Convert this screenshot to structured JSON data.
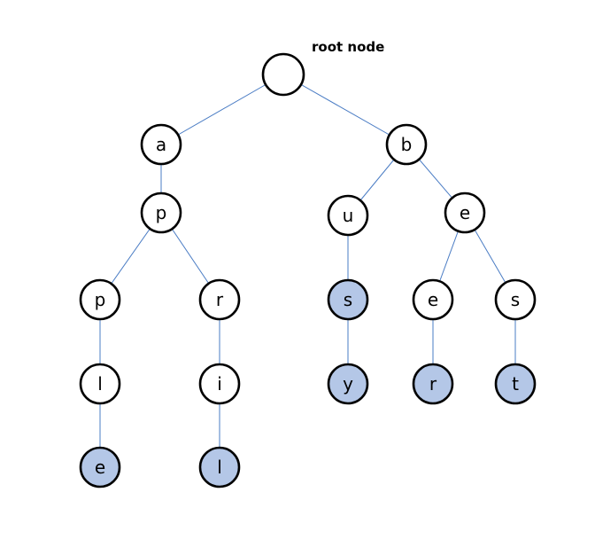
{
  "caption": "root node",
  "colors": {
    "edge": "#4a7cc4",
    "terminal_fill": "#b4c7e7",
    "node_fill": "#ffffff",
    "node_stroke": "#000000"
  },
  "nodes": [
    {
      "id": "root",
      "label": "",
      "terminal": false
    },
    {
      "id": "a",
      "label": "a",
      "terminal": false
    },
    {
      "id": "b",
      "label": "b",
      "terminal": false
    },
    {
      "id": "ap",
      "label": "p",
      "terminal": false
    },
    {
      "id": "bu",
      "label": "u",
      "terminal": false
    },
    {
      "id": "be",
      "label": "e",
      "terminal": false
    },
    {
      "id": "app",
      "label": "p",
      "terminal": false
    },
    {
      "id": "apr",
      "label": "r",
      "terminal": false
    },
    {
      "id": "bus",
      "label": "s",
      "terminal": true
    },
    {
      "id": "bee",
      "label": "e",
      "terminal": false
    },
    {
      "id": "bes",
      "label": "s",
      "terminal": false
    },
    {
      "id": "appl",
      "label": "l",
      "terminal": false
    },
    {
      "id": "apri",
      "label": "i",
      "terminal": false
    },
    {
      "id": "busy",
      "label": "y",
      "terminal": true
    },
    {
      "id": "beer",
      "label": "r",
      "terminal": true
    },
    {
      "id": "best",
      "label": "t",
      "terminal": true
    },
    {
      "id": "apple",
      "label": "e",
      "terminal": true
    },
    {
      "id": "april",
      "label": "l",
      "terminal": true
    }
  ],
  "edges": [
    [
      "root",
      "a"
    ],
    [
      "root",
      "b"
    ],
    [
      "a",
      "ap"
    ],
    [
      "b",
      "bu"
    ],
    [
      "b",
      "be"
    ],
    [
      "ap",
      "app"
    ],
    [
      "ap",
      "apr"
    ],
    [
      "bu",
      "bus"
    ],
    [
      "be",
      "bee"
    ],
    [
      "be",
      "bes"
    ],
    [
      "app",
      "appl"
    ],
    [
      "apr",
      "apri"
    ],
    [
      "bus",
      "busy"
    ],
    [
      "bee",
      "beer"
    ],
    [
      "bes",
      "best"
    ],
    [
      "appl",
      "apple"
    ],
    [
      "apri",
      "april"
    ]
  ]
}
